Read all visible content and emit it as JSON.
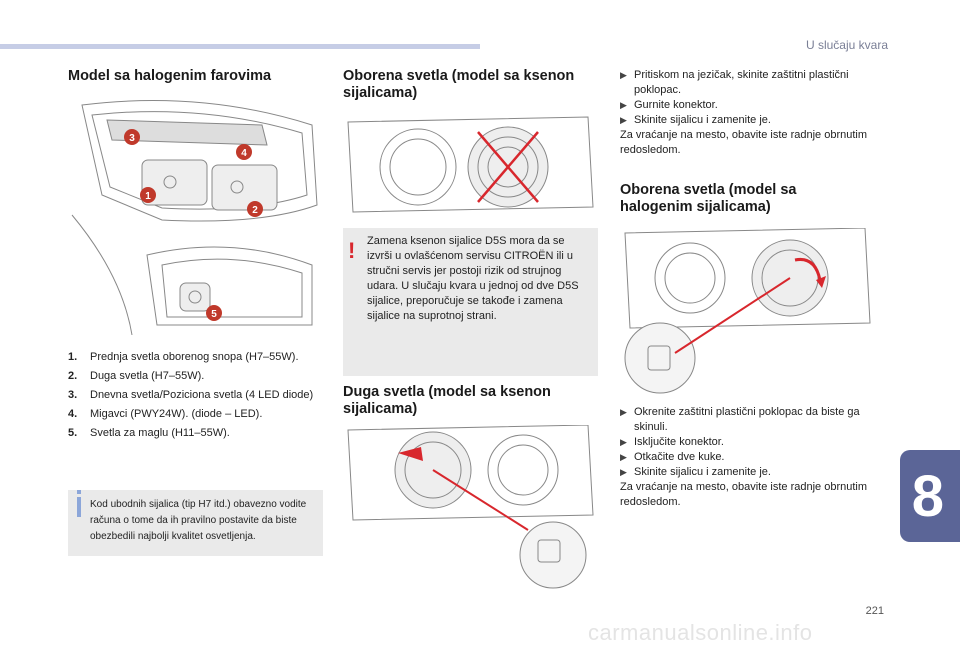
{
  "header": {
    "section": "U slučaju kvara"
  },
  "chapter": "8",
  "page_number": "221",
  "watermark": "carmanualsonline.info",
  "col1": {
    "title": "Model sa halogenim farovima",
    "callouts": [
      "3",
      "4",
      "1",
      "2",
      "5"
    ],
    "items": [
      {
        "num": "1.",
        "text": "Prednja svetla oborenog snopa (H7–55W)."
      },
      {
        "num": "2.",
        "text": "Duga svetla (H7–55W)."
      },
      {
        "num": "3.",
        "text": "Dnevna svetla/Poziciona svetla (4 LED diode)"
      },
      {
        "num": "4.",
        "text": "Migavci (PWY24W). (diode – LED)."
      },
      {
        "num": "5.",
        "text": "Svetla za maglu (H11–55W)."
      }
    ],
    "info": "Kod ubodnih sijalica (tip H7 itd.) obavezno vodite računa o tome da ih pravilno postavite da biste obezbedili najbolji kvalitet osvetljenja."
  },
  "col2": {
    "title1": "Oborena svetla (model sa ksenon sijalicama)",
    "warning": "Zamena ksenon sijalice D5S mora da se izvrši u ovlašćenom servisu CITROËN ili u stručni servis jer postoji rizik od strujnog udara. U slučaju kvara u jednoj od dve D5S sijalice, preporučuje se takođe i zamena sijalice na suprotnoj strani.",
    "title2": "Duga svetla (model sa ksenon sijalicama)"
  },
  "col3": {
    "steps1": [
      "Pritiskom na jezičak, skinite zaštitni plastični poklopac.",
      "Gurnite konektor.",
      "Skinite sijalicu i zamenite je."
    ],
    "note1": "Za vraćanje na mesto, obavite iste radnje obrnutim redosledom.",
    "title": "Oborena svetla (model sa halogenim sijalicama)",
    "steps2": [
      "Okrenite zaštitni plastični poklopac da biste ga skinuli.",
      "Isključite konektor.",
      "Otkačite dve kuke.",
      "Skinite sijalicu i zamenite je."
    ],
    "note2": "Za vraćanje na mesto, obavite iste radnje obrnutim redosledom."
  },
  "colors": {
    "accent": "#5b6597",
    "callout": "#c0392b",
    "warning": "#d8272d",
    "info": "#8ca6d9"
  },
  "icons": {
    "bullet": "arrow-bullet-icon",
    "warning": "exclamation-icon",
    "info": "info-icon"
  }
}
